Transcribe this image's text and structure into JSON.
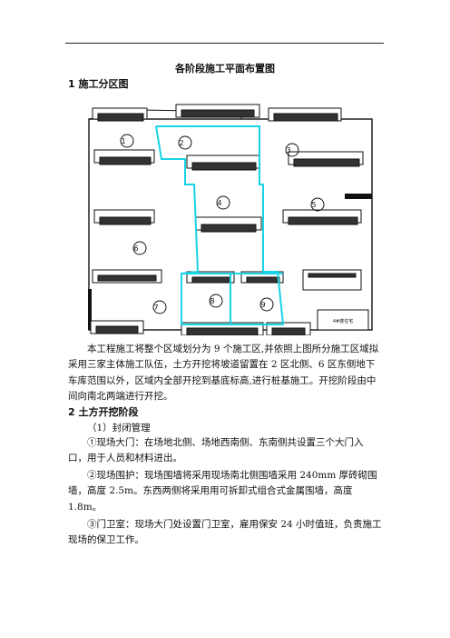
{
  "doc": {
    "title": "各阶段施工平面布置图",
    "section1": "1 施工分区图",
    "para1": "本工程施工将整个区域划分为 9 个施工区,并依照上图所分施工区域拟采用三家主体施工队伍，土方开挖将坡道留置在 2 区北侧、6 区东侧地下车库范围以外，区域内全部开挖到基底标高,进行桩基施工。开挖阶段由中间向南北两端进行开挖。",
    "section2": "2 土方开挖阶段",
    "sub1": "（1）封闭管理",
    "para2": "①现场大门：在场地北侧、场地西南侧、东南侧共设置三个大门入口，用于人员和材料进出。",
    "para3": "②现场围护：现场围墙将采用现场南北侧围墙采用 240mm 厚砖砌围墙，高度 2.5m。东西两侧将采用用可拆卸式组合式金属围墙，高度 1.8m。",
    "para4": "③门卫室：现场大门处设置门卫室，雇用保安 24 小时值班，负责施工现场的保卫工作。"
  },
  "plan": {
    "zones": [
      "1",
      "2",
      "3",
      "4",
      "5",
      "6",
      "7",
      "8",
      "9"
    ],
    "label_tag": "4#楼住宅",
    "colors": {
      "line": "#111111",
      "zone_border": "#19d3e6"
    }
  }
}
